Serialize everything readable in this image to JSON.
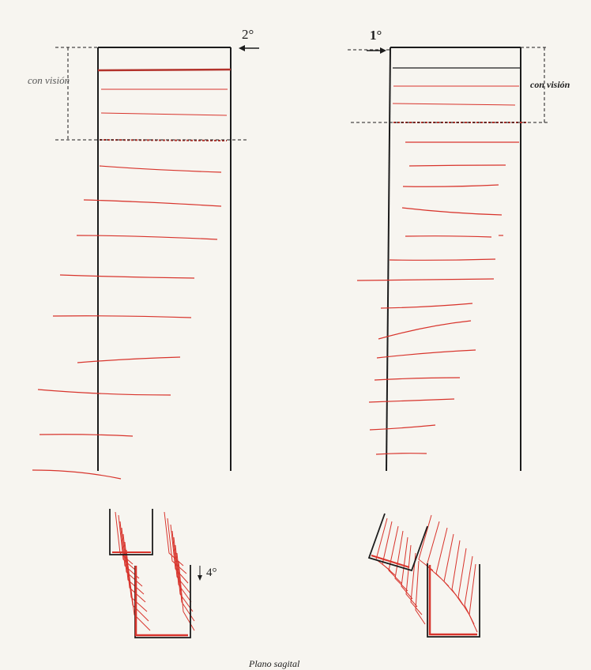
{
  "labels": {
    "left_step": "2°",
    "right_step": "1°",
    "bottom_step": "4°",
    "left_bracket": "con visión",
    "right_bracket": "con visión",
    "caption": "Plano sagital"
  },
  "colors": {
    "paper": "#f7f5f0",
    "ink": "#1c1c1c",
    "trace": "#d8342c"
  }
}
